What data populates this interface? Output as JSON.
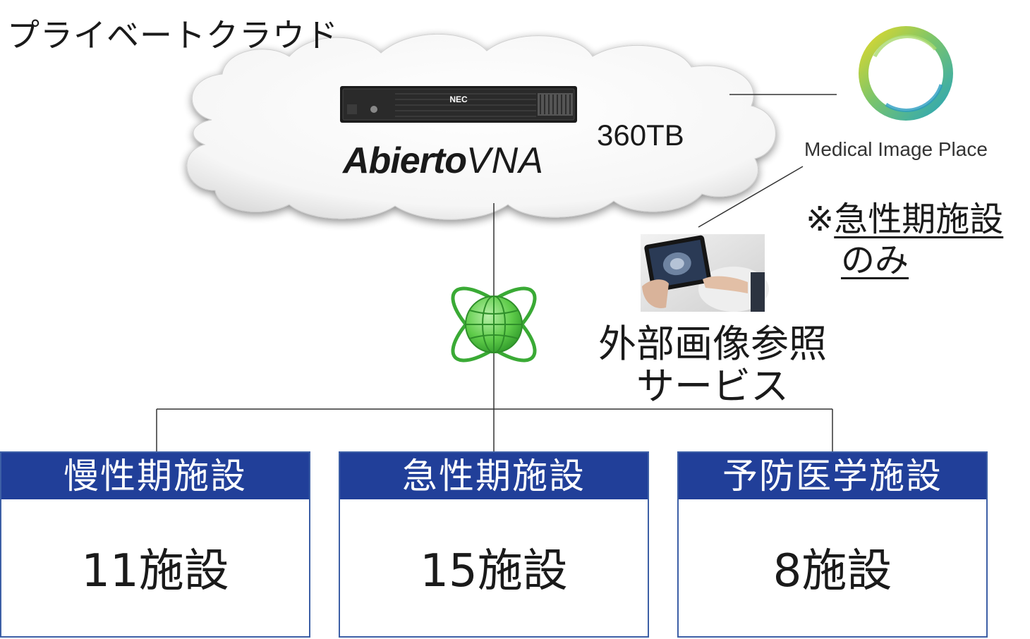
{
  "cloud": {
    "title": "プライベートクラウド"
  },
  "server": {
    "brand": "NEC"
  },
  "product": {
    "name_bold": "Abierto",
    "name_light": "VNA"
  },
  "storage": {
    "capacity": "360TB"
  },
  "viewer": {
    "logo_label": "Medical Image Place"
  },
  "note": {
    "mark": "※",
    "line1": "急性期施設",
    "line2": "のみ"
  },
  "service": {
    "line1": "外部画像参照",
    "line2": "サービス"
  },
  "facilities": [
    {
      "title": "慢性期施設",
      "count": "11施設"
    },
    {
      "title": "急性期施設",
      "count": "15施設"
    },
    {
      "title": "予防医学施設",
      "count": "8施設"
    }
  ],
  "colors": {
    "header_blue": "#213f99",
    "globe_green": "#3aaa35",
    "logo_teal": "#2fb5b0",
    "logo_yellow": "#d9d52a"
  }
}
